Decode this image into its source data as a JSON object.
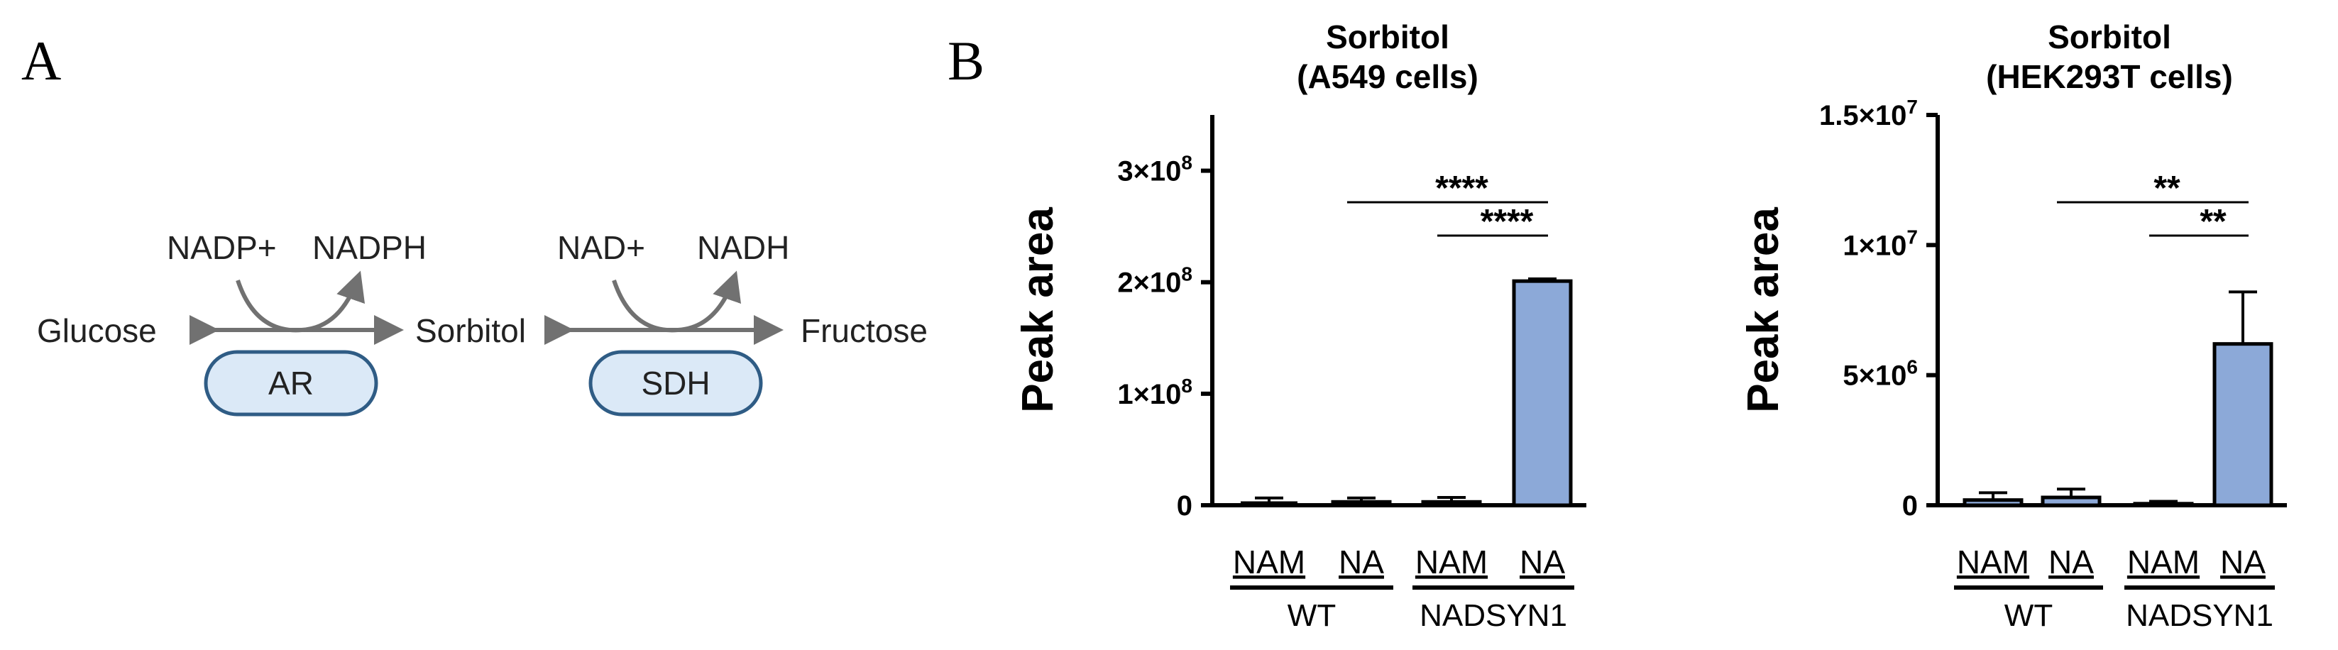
{
  "panel_a": {
    "label": "A",
    "glucose": "Glucose",
    "sorbitol": "Sorbitol",
    "fructose": "Fructose",
    "nadp_plus": "NADP+",
    "nadph": "NADPH",
    "nad_plus": "NAD+",
    "nadh": "NADH",
    "ar_enzyme": "AR",
    "sdh_enzyme": "SDH",
    "colors": {
      "arrow": "#717171",
      "enzyme_fill": "#dbe9f7",
      "enzyme_stroke": "#2f5c85"
    }
  },
  "panel_b": {
    "label": "B"
  },
  "chart_data": [
    {
      "type": "bar",
      "title": [
        "Sorbitol",
        "(A549 cells)"
      ],
      "ylabel": "Peak area",
      "ylim": [
        0,
        350000000
      ],
      "yticks": [
        {
          "value": 0,
          "mantissa": "0",
          "exp": ""
        },
        {
          "value": 100000000,
          "mantissa": "1×10",
          "exp": "8"
        },
        {
          "value": 200000000,
          "mantissa": "2×10",
          "exp": "8"
        },
        {
          "value": 300000000,
          "mantissa": "3×10",
          "exp": "8"
        }
      ],
      "categories": [
        "NAM",
        "NA",
        "NAM",
        "NA"
      ],
      "groups": [
        {
          "name": "WT",
          "categories": [
            0,
            1
          ]
        },
        {
          "name": "NADSYN1",
          "categories": [
            2,
            3
          ]
        }
      ],
      "values": [
        0,
        3000000,
        3000000,
        201000000
      ],
      "errors": [
        6500000,
        3500000,
        4000000,
        2000000
      ],
      "significance": [
        {
          "from": 1,
          "to": 3,
          "label": "****"
        },
        {
          "from": 2,
          "to": 3,
          "label": "****"
        }
      ],
      "bar_color": "#8ca9d8",
      "grid": false
    },
    {
      "type": "bar",
      "title": [
        "Sorbitol",
        "(HEK293T cells)"
      ],
      "ylabel": "Peak area",
      "ylim": [
        0,
        15000000
      ],
      "yticks": [
        {
          "value": 0,
          "mantissa": "0",
          "exp": ""
        },
        {
          "value": 5000000,
          "mantissa": "5×10",
          "exp": "6"
        },
        {
          "value": 10000000,
          "mantissa": "1×10",
          "exp": "7"
        },
        {
          "value": 15000000,
          "mantissa": "1.5×10",
          "exp": "7"
        }
      ],
      "categories": [
        "NAM",
        "NA",
        "NAM",
        "NA"
      ],
      "groups": [
        {
          "name": "WT",
          "categories": [
            0,
            1
          ]
        },
        {
          "name": "NADSYN1",
          "categories": [
            2,
            3
          ]
        }
      ],
      "values": [
        200000,
        300000,
        60000,
        6200000
      ],
      "errors": [
        280000,
        320000,
        90000,
        2000000
      ],
      "significance": [
        {
          "from": 1,
          "to": 3,
          "label": "**"
        },
        {
          "from": 2,
          "to": 3,
          "label": "**"
        }
      ],
      "bar_color": "#8ca9d8",
      "grid": false
    }
  ]
}
